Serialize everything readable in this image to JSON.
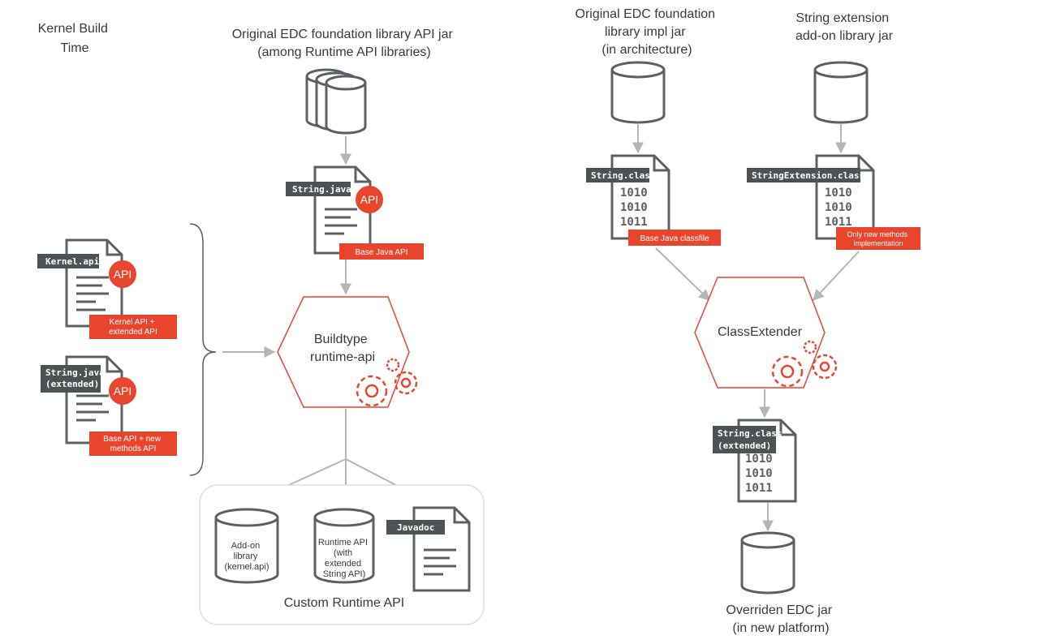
{
  "captions": {
    "kernel_build_time": [
      "Kernel Build",
      "Time"
    ],
    "edc_api_jar": [
      "Original EDC foundation library API jar",
      "(among Runtime API libraries)"
    ],
    "edc_impl_jar": [
      "Original EDC foundation",
      "library impl jar",
      "(in architecture)"
    ],
    "string_ext_jar": [
      "String extension",
      "add-on library jar"
    ],
    "custom_runtime_api": "Custom Runtime API",
    "overriden_jar": [
      "Overriden EDC jar",
      "(in new platform)"
    ]
  },
  "processes": {
    "buildtype": [
      "Buildtype",
      "runtime-api"
    ],
    "class_extender": "ClassExtender"
  },
  "files": {
    "string_java": {
      "tag": [
        "String.java"
      ],
      "badge": [
        "Base Java API"
      ],
      "api": "API"
    },
    "kernel_api": {
      "tag": [
        "Kernel.api"
      ],
      "badge": [
        "Kernel API +",
        "extended API"
      ],
      "api": "API"
    },
    "string_java_ext": {
      "tag": [
        "String.java",
        "(extended)"
      ],
      "badge": [
        "Base API + new",
        "methods API"
      ],
      "api": "API"
    },
    "javadoc": {
      "tag": [
        "Javadoc"
      ]
    },
    "string_class": {
      "tag": [
        "String.class"
      ],
      "badge": [
        "Base Java classfile"
      ]
    },
    "string_ext_class": {
      "tag": [
        "StringExtension.class"
      ],
      "badge": [
        "Only new methods",
        "implementation"
      ]
    },
    "string_class_ext": {
      "tag": [
        "String.class",
        "(extended)"
      ]
    }
  },
  "outputs": {
    "addon_library": [
      "Add-on",
      "library",
      "(kernel.api)"
    ],
    "runtime_api": [
      "Runtime API",
      "(with",
      "extended",
      "String API)"
    ]
  },
  "bits": [
    "1010",
    "1010",
    "1011"
  ],
  "colors": {
    "accent": "#e8452c",
    "dark": "#5c6063",
    "connector": "#b3b6b8"
  }
}
